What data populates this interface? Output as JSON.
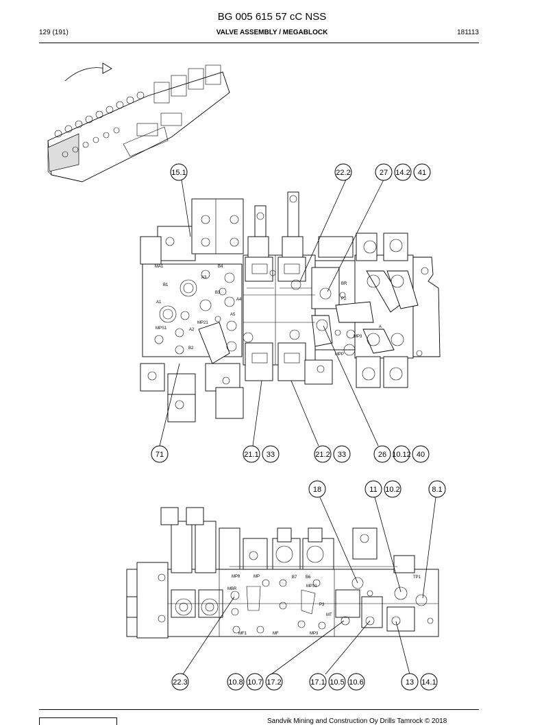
{
  "header": {
    "doc_title": "BG 005 615 57 cC NSS",
    "page": "129 (191)",
    "section": "VALVE ASSEMBLY / MEGABLOCK",
    "date": "181113"
  },
  "footer": {
    "text": "Sandvik Mining and Construction Oy Drills Tamrock © 2018"
  },
  "top_view_labels": [
    "MA1",
    "B4",
    "B1",
    "A3",
    "B3",
    "A4",
    "A1",
    "MP21",
    "A5",
    "MPS1",
    "A2",
    "B2",
    "BR",
    "P2",
    "MPP",
    "MP3",
    "A"
  ],
  "bottom_view_labels": [
    "MP8",
    "MP",
    "MBR",
    "B7",
    "B6",
    "MP31",
    "P3",
    "MT",
    "MF1",
    "MF",
    "MP3",
    "TP1"
  ],
  "callouts": {
    "c15_1": "15.1",
    "c22_2": "22.2",
    "c27": "27",
    "c14_2": "14.2",
    "c41": "41",
    "c71": "71",
    "c21_1": "21.1",
    "c33a": "33",
    "c21_2": "21.2",
    "c33b": "33",
    "c26": "26",
    "c10_12": "10.12",
    "c40": "40",
    "c18": "18",
    "c11": "11",
    "c10_2": "10.2",
    "c8_1": "8.1",
    "c22_3": "22.3",
    "c10_8": "10.8",
    "c10_7": "10.7",
    "c17_2": "17.2",
    "c17_1": "17.1",
    "c10_5": "10.5",
    "c10_6": "10.6",
    "c13": "13",
    "c14_1": "14.1"
  }
}
